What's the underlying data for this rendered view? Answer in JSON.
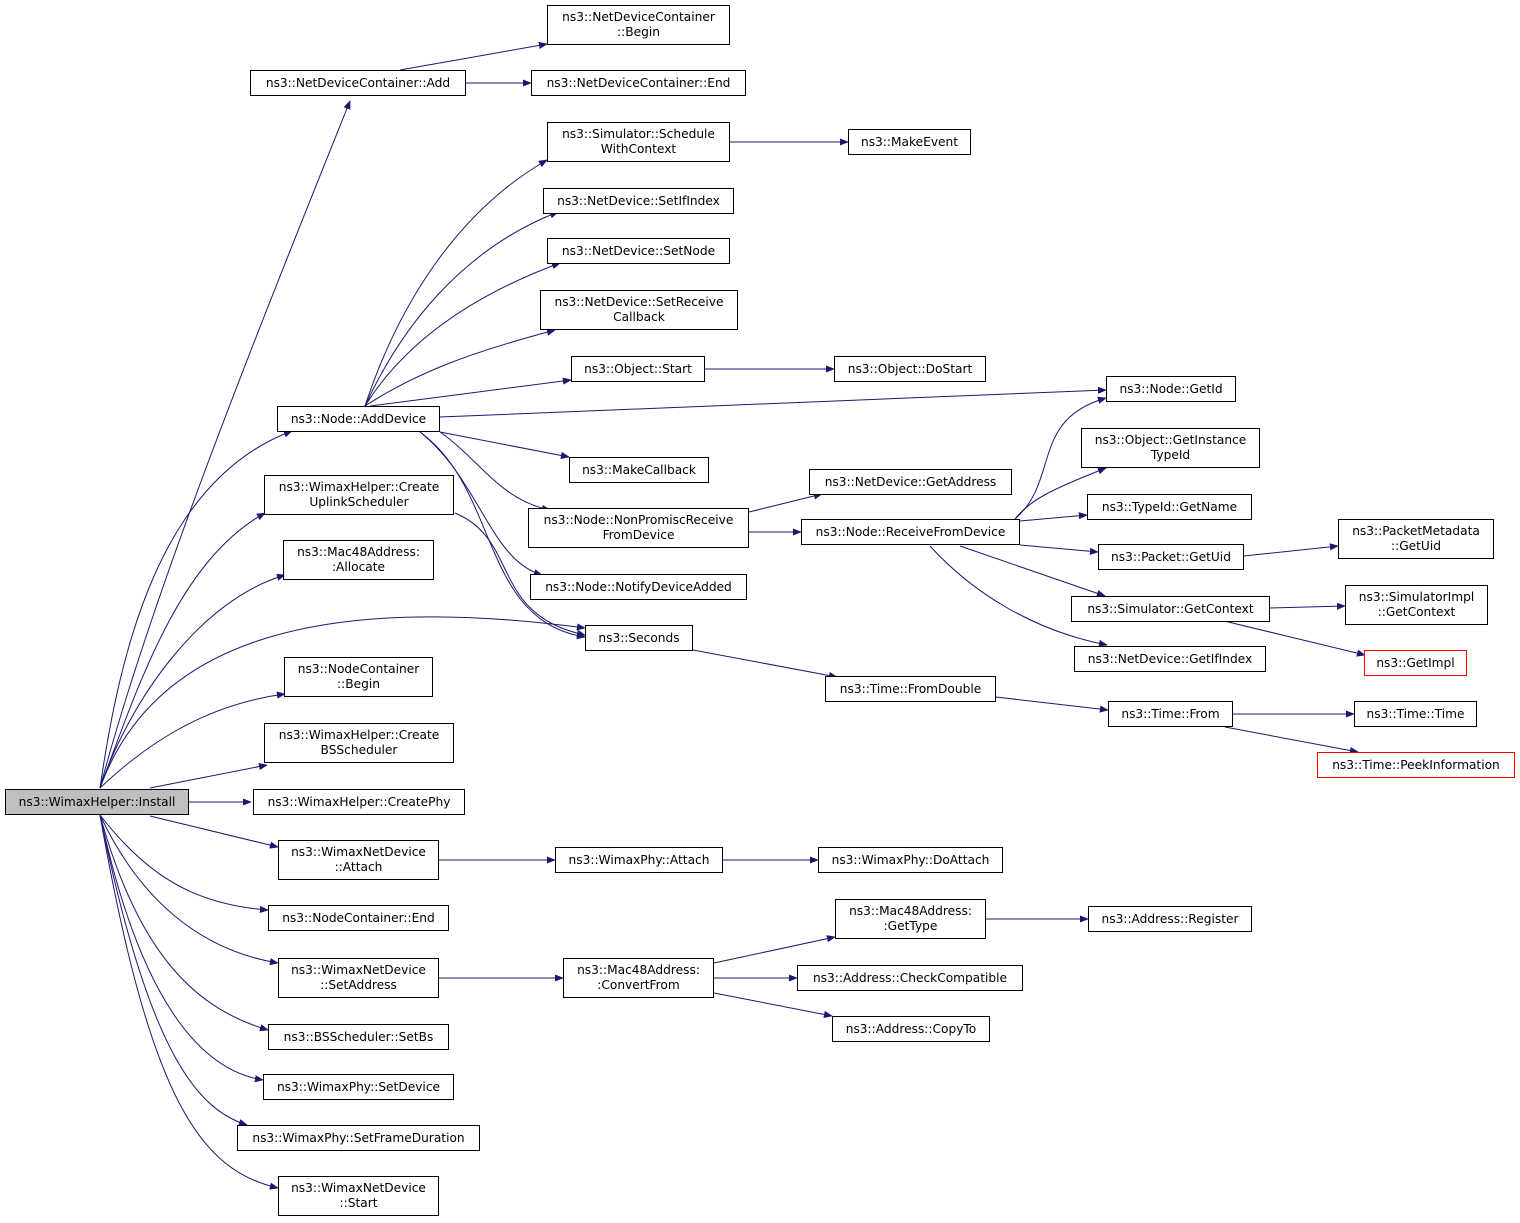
{
  "colors": {
    "edge": "#191970",
    "node_border": "#000000",
    "root_fill": "#bfbfbf",
    "truncated_border": "#ff0000"
  },
  "nodes": {
    "install": "ns3::WimaxHelper::Install",
    "ndc_add": "ns3::NetDeviceContainer::Add",
    "ndc_begin": "ns3::NetDeviceContainer\n::Begin",
    "ndc_end": "ns3::NetDeviceContainer::End",
    "sim_schedule": "ns3::Simulator::Schedule\nWithContext",
    "make_event": "ns3::MakeEvent",
    "nd_setifindex": "ns3::NetDevice::SetIfIndex",
    "nd_setnode": "ns3::NetDevice::SetNode",
    "nd_setreceive": "ns3::NetDevice::SetReceive\nCallback",
    "obj_start": "ns3::Object::Start",
    "obj_dostart": "ns3::Object::DoStart",
    "node_getid": "ns3::Node::GetId",
    "node_adddevice": "ns3::Node::AddDevice",
    "obj_getinstance": "ns3::Object::GetInstance\nTypeId",
    "make_callback": "ns3::MakeCallback",
    "nd_getaddress": "ns3::NetDevice::GetAddress",
    "typeid_getname": "ns3::TypeId::GetName",
    "create_uplink": "ns3::WimaxHelper::Create\nUplinkScheduler",
    "node_nonpromisc": "ns3::Node::NonPromiscReceive\nFromDevice",
    "node_receive": "ns3::Node::ReceiveFromDevice",
    "packet_getuid": "ns3::Packet::GetUid",
    "pm_getuid": "ns3::PacketMetadata\n::GetUid",
    "mac_allocate": "ns3::Mac48Address:\n:Allocate",
    "node_notify": "ns3::Node::NotifyDeviceAdded",
    "sim_getcontext": "ns3::Simulator::GetContext",
    "simimpl_getcontext": "ns3::SimulatorImpl\n::GetContext",
    "seconds": "ns3::Seconds",
    "nd_getifindex": "ns3::NetDevice::GetIfIndex",
    "getimpl": "ns3::GetImpl",
    "nc_begin": "ns3::NodeContainer\n::Begin",
    "time_fromdouble": "ns3::Time::FromDouble",
    "time_from": "ns3::Time::From",
    "time_time": "ns3::Time::Time",
    "create_bs": "ns3::WimaxHelper::Create\nBSScheduler",
    "time_peek": "ns3::Time::PeekInformation",
    "create_phy": "ns3::WimaxHelper::CreatePhy",
    "wnd_attach": "ns3::WimaxNetDevice\n::Attach",
    "phy_attach": "ns3::WimaxPhy::Attach",
    "phy_doattach": "ns3::WimaxPhy::DoAttach",
    "mac_gettype": "ns3::Mac48Address:\n:GetType",
    "addr_register": "ns3::Address::Register",
    "nc_end": "ns3::NodeContainer::End",
    "wnd_setaddress": "ns3::WimaxNetDevice\n::SetAddress",
    "mac_convert": "ns3::Mac48Address:\n:ConvertFrom",
    "addr_check": "ns3::Address::CheckCompatible",
    "addr_copyto": "ns3::Address::CopyTo",
    "bs_setbs": "ns3::BSScheduler::SetBs",
    "phy_setdevice": "ns3::WimaxPhy::SetDevice",
    "phy_setframe": "ns3::WimaxPhy::SetFrameDuration",
    "wnd_start": "ns3::WimaxNetDevice\n::Start"
  }
}
